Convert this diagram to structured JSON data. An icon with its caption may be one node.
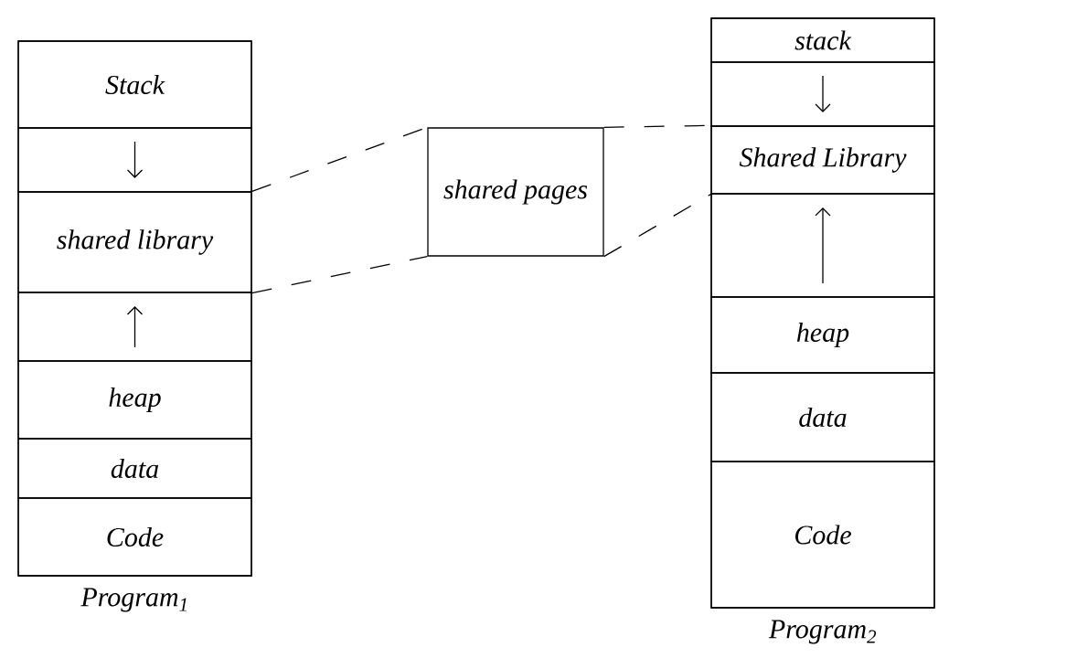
{
  "diagram": {
    "nodes": [
      {
        "text": [],
        "shape": "box",
        "beside": [
          "Program$_{1}$"
        ]
      },
      {
        "text": [
          "Stack"
        ],
        "in": 0
      },
      {
        "text": [],
        "shape": "box",
        "in": 0
      },
      {
        "text": [
          "shared library"
        ],
        "in": 0
      },
      {
        "text": [],
        "shape": "box",
        "in": 0
      },
      {
        "text": [
          "heap"
        ],
        "in": 0
      },
      {
        "text": [
          "data"
        ],
        "in": 0
      },
      {
        "text": [
          "Code"
        ],
        "in": 0
      },
      {
        "text": [
          "shared pages"
        ]
      },
      {
        "text": [],
        "shape": "box",
        "beside": [
          "Program$_{2}$"
        ]
      },
      {
        "text": [
          "stack"
        ],
        "in": 9
      },
      {
        "text": [],
        "shape": "box",
        "in": 9
      },
      {
        "text": [
          "Shared Library"
        ],
        "in": 9
      },
      {
        "text": [],
        "shape": "box",
        "in": 9
      },
      {
        "text": [
          "heap"
        ],
        "in": 9
      },
      {
        "text": [
          "data"
        ],
        "in": 9
      },
      {
        "text": [
          "Code"
        ],
        "in": 9
      }
    ],
    "edges": [
      {
        "from": 3,
        "to": 8,
        "arrow": "none",
        "style": "dashed"
      },
      {
        "from": 3,
        "to": 8,
        "arrow": "none",
        "style": "dashed"
      },
      {
        "from": 8,
        "to": 12,
        "arrow": "none",
        "style": "dashed"
      },
      {
        "from": 8,
        "to": 12,
        "arrow": "none",
        "style": "dashed"
      }
    ]
  }
}
